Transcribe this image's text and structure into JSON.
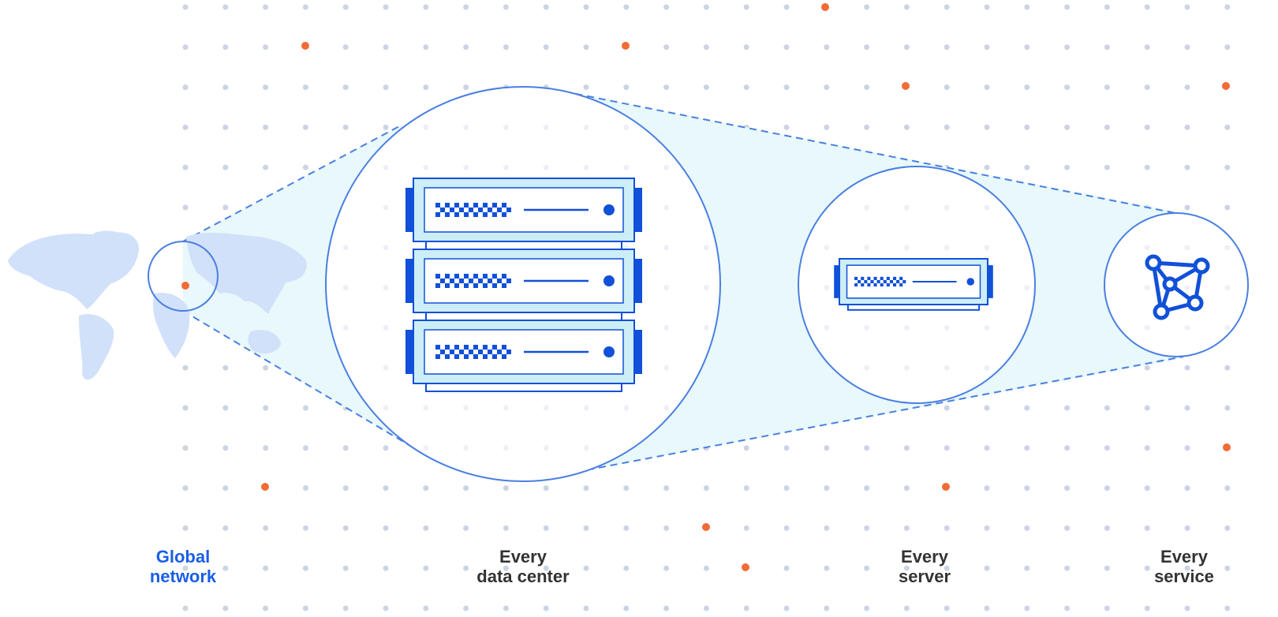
{
  "colors": {
    "dot_grey": "#ccd4e4",
    "dot_orange": "#f26b35",
    "line_blue": "#4a7fe0",
    "icon_blue": "#1150d8",
    "fill_cyan": "#e8f8fb",
    "panel_light": "#cdeef7",
    "map_fill": "#d2e1fa"
  },
  "icons": {
    "world_map": "world-map-icon",
    "data_center": "server-rack-icon",
    "server": "server-unit-icon",
    "service": "network-graph-icon"
  },
  "labels": {
    "global": [
      "Global",
      "network"
    ],
    "data_center": [
      "Every",
      "data center"
    ],
    "server": [
      "Every",
      "server"
    ],
    "service": [
      "Every",
      "service"
    ]
  }
}
